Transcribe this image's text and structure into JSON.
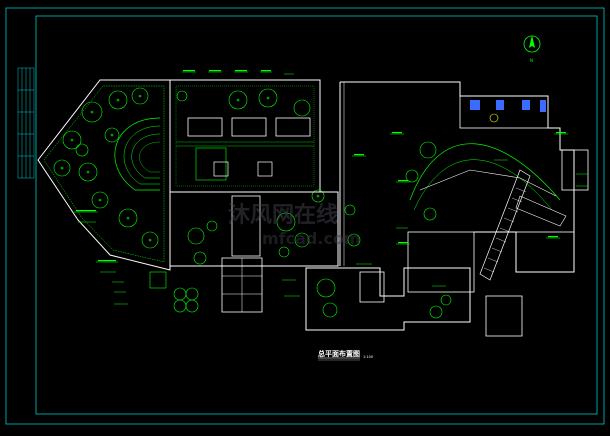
{
  "drawing": {
    "title": "总平面布置图",
    "scale": "1:100",
    "north_label": "N"
  },
  "watermark": {
    "main": "沐风网在线",
    "sub": "mfcad.com"
  },
  "colors": {
    "background": "#000000",
    "frame": "#00c8c8",
    "linework": "#00ff00",
    "walls": "#ffffff",
    "accent_blue": "#3a6cff",
    "accent_magenta": "#ff00ff",
    "accent_yellow": "#ffff00"
  }
}
